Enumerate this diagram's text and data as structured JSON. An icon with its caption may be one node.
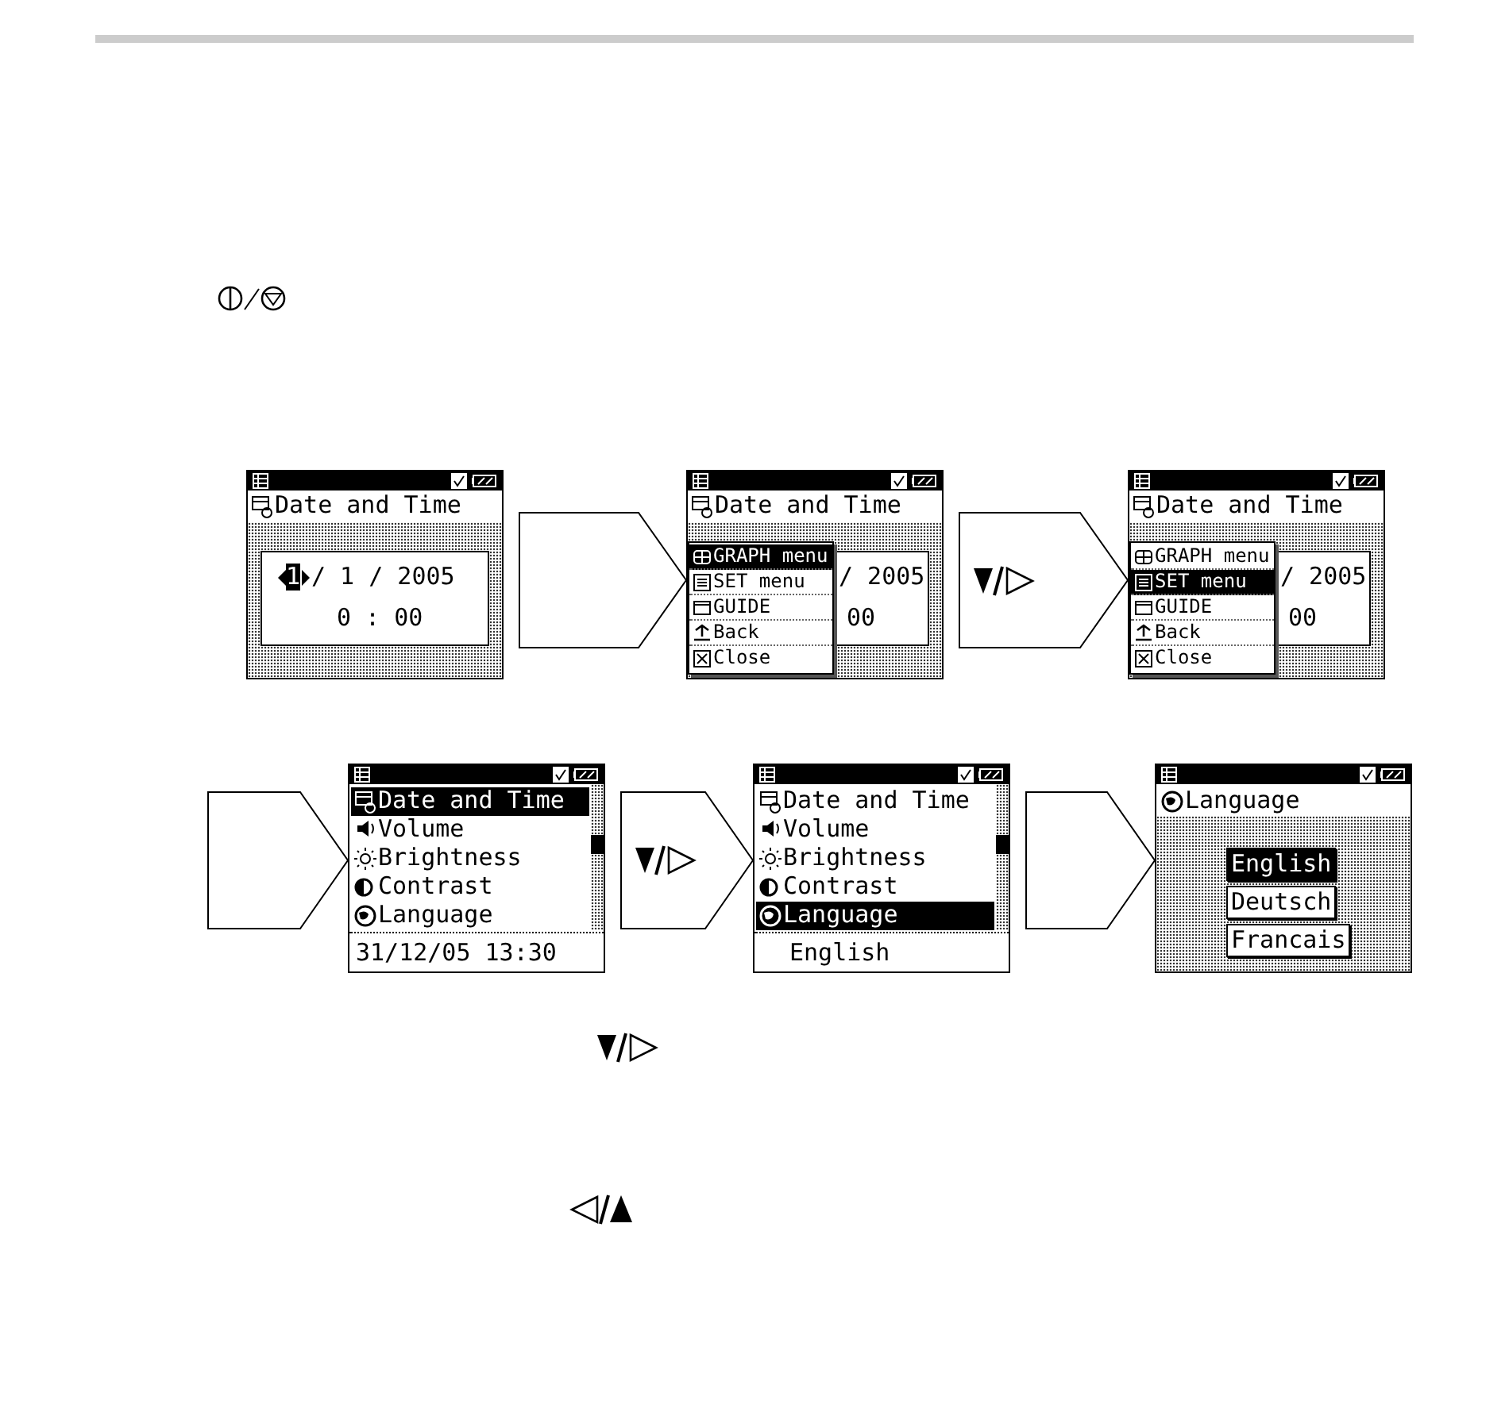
{
  "diagram": {
    "nodes": [
      {
        "text": [
          "Date and Time",
          "1",
          "/ 1 / 2005",
          "0 : 00"
        ]
      },
      {
        "text": [
          "Date and Time",
          "/ 2005",
          "00"
        ]
      },
      {
        "text": [
          "GRAPH menu",
          "SET menu",
          "GUIDE",
          "Back",
          "Close"
        ],
        "in": 1
      },
      {
        "text": [
          "Date and Time",
          "/ 2005",
          "00"
        ]
      },
      {
        "text": [
          "GRAPH menu",
          "SET menu",
          "GUIDE",
          "Back",
          "Close"
        ],
        "in": 3
      },
      {
        "text": [
          "Date and Time",
          "Volume",
          "Brightness",
          "Contrast",
          "Language",
          "31/12/05 13:30"
        ]
      },
      {
        "text": [
          "Date and Time",
          "Volume",
          "Brightness",
          "Contrast",
          "Language",
          "English"
        ]
      },
      {
        "text": [
          "Language",
          "English",
          "Deutsch",
          "Francais"
        ]
      }
    ],
    "edges": [
      {
        "from": 0,
        "to": 1,
        "arrow": "to"
      },
      {
        "from": 1,
        "to": 3,
        "arrow": "to"
      },
      {
        "from": null,
        "to": 5,
        "arrow": "to"
      },
      {
        "from": 5,
        "to": 6,
        "arrow": "to"
      },
      {
        "from": 6,
        "to": 7,
        "arrow": "to"
      }
    ]
  }
}
